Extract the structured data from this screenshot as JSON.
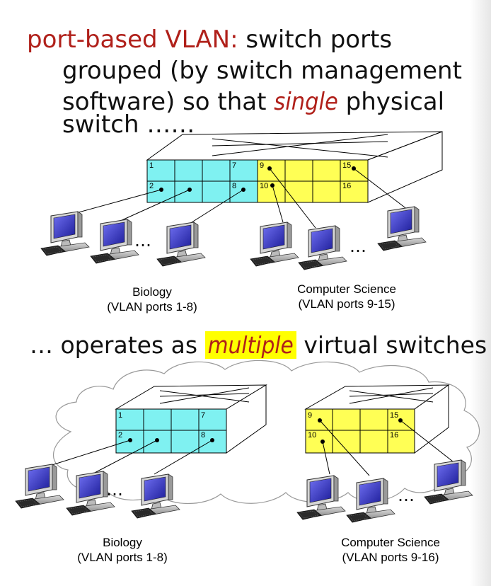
{
  "heading": {
    "term": "port-based VLAN:",
    "line1_rest": " switch ports",
    "line2": "grouped (by switch management",
    "line3_pre": "software) so that ",
    "line3_em": "single",
    "line3_post": " physical",
    "line4": "switch ……"
  },
  "subheading": {
    "pre": "… operates as ",
    "em": "multiple",
    "post": " virtual switches"
  },
  "top_switch": {
    "port_labels": [
      "1",
      "7",
      "2",
      "8",
      "9",
      "15",
      "10",
      "16"
    ],
    "groups": [
      {
        "label": "Biology",
        "ports": "(VLAN ports 1-8)"
      },
      {
        "label": "Computer Science",
        "ports": "(VLAN ports 9-15)"
      }
    ]
  },
  "bottom_switches": [
    {
      "port_labels": [
        "1",
        "7",
        "2",
        "8"
      ],
      "label": "Biology",
      "ports": "(VLAN ports 1-8)"
    },
    {
      "port_labels": [
        "9",
        "15",
        "10",
        "16"
      ],
      "label": "Computer Science",
      "ports": "(VLAN ports 9-16)"
    }
  ],
  "ellipsis": "…",
  "colors": {
    "biology": "#7ff1f1",
    "cs": "#ffff55",
    "accent": "#b0201a",
    "highlight": "#ffff00"
  }
}
